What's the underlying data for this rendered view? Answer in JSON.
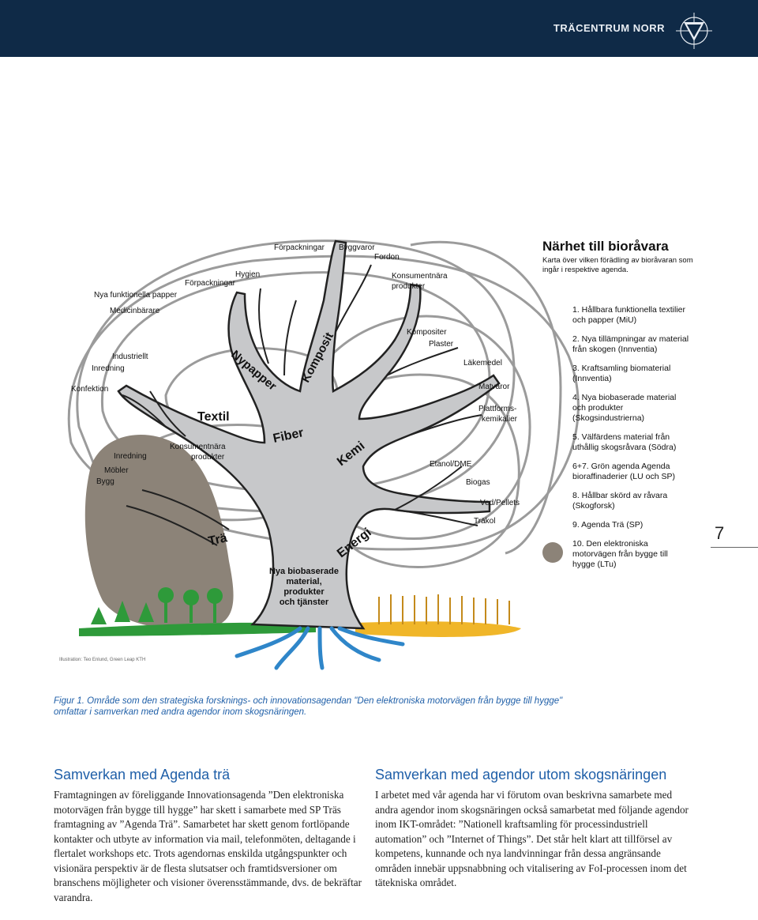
{
  "header": {
    "brand": "TRÄCENTRUM NORR",
    "logo_icon": "triangle-compass-icon",
    "bar_color": "#0f2a47"
  },
  "page_number": "7",
  "figure": {
    "legend_title": "Närhet till bioråvara",
    "legend_subtitle": "Karta över vilken förädling av bioråvaran som ingår i respektive agenda.",
    "legend_items": [
      "1. Hållbara funktionella textilier och papper (MiU)",
      "2. Nya tillämpningar av material från skogen (Innventia)",
      "3. Kraftsamling biomaterial (Innventia)",
      "4. Nya biobaserade material och produkter (Skogsindustrierna)",
      "5. Välfärdens material från uthållig skogsråvara (Södra)",
      "6+7. Grön agenda Agenda bioraffinaderier (LU och SP)",
      "8. Hållbar skörd av råvara (Skogforsk)",
      "9. Agenda Trä (SP)",
      "10. Den elektroniska motorvägen från bygge till hygge (LTu)"
    ],
    "branch_labels": {
      "textil": "Textil",
      "nypapper": "Nypapper",
      "komposit": "Komposit",
      "fiber": "Fiber",
      "kemi": "Kemi",
      "tra": "Trä",
      "energi": "Energi",
      "trunk_line1": "Nya biobaserade",
      "trunk_line2": "material,",
      "trunk_line3": "produkter",
      "trunk_line4": "och tjänster"
    },
    "product_labels": {
      "forpackningar_top": "Förpackningar",
      "byggvaror": "Byggvaror",
      "fordon": "Fordon",
      "konsumentnara_top1": "Konsumentnära",
      "konsumentnara_top2": "produkter",
      "hygien": "Hygien",
      "forpackningar": "Förpackningar",
      "nya_funktionella": "Nya funktionella papper",
      "medicinbarare": "Medicinbärare",
      "industriellt": "Industriellt",
      "inredning_top": "Inredning",
      "konfektion": "Konfektion",
      "kompositer": "Kompositer",
      "plaster": "Plaster",
      "lakemedel": "Läkemedel",
      "matvaror": "Matvaror",
      "plattforms1": "Plattforms-",
      "plattforms2": "kemikalier",
      "inredning": "Inredning",
      "mobler": "Möbler",
      "bygg": "Bygg",
      "konsumentnara1": "Konsumentnära",
      "konsumentnara2": "produkter",
      "etanol": "Etanol/DME",
      "biogas": "Biogas",
      "ved": "Ved/Pellets",
      "trakol": "Träkol"
    },
    "credit": "Illustration: Teo Enlund, Green Leap KTH",
    "colors": {
      "tree": "#c7c8ca",
      "tree_outline": "#222222",
      "tra_area": "#8c8378",
      "ring": "#9b9b9b",
      "roots": "#2f86c9",
      "grass_left": "#2e9a3a",
      "grass_right": "#f0b629"
    }
  },
  "caption": "Figur 1. Område som den strategiska forsknings- och innovationsagendan \"Den elektroniska motorvägen från bygge till hygge\" omfattar i samverkan med andra agendor inom skogsnäringen.",
  "section1": {
    "heading": "Samverkan med Agenda trä",
    "body": "Framtagningen av föreliggande Innovationsagenda ”Den elektroniska motorvägen från bygge till hygge” har skett i samarbete med SP Träs framtagning av ”Agenda Trä”. Samarbetet har skett genom fortlöpande kontakter och utbyte av information via mail, telefonmöten, deltagande i flertalet workshops etc. Trots agendornas enskilda utgångspunkter och visionära perspektiv är de flesta slutsatser och framtidsversioner om branschens möjligheter och visioner överensstämmande, dvs. de bekräftar varandra."
  },
  "section2": {
    "heading": "Samverkan med agendor utom skogsnäringen",
    "body": "I arbetet med vår agenda har vi förutom ovan beskrivna samarbete med andra agendor inom skogsnäringen också samarbetat med följande agendor inom IKT-området: ”Nationell kraftsamling för processindustriell automation” och ”Internet of Things”. Det står helt klart att tillförsel av kompetens, kunnande och nya landvinningar från dessa angränsande områden innebär uppsnabbning och vitalisering av FoI-processen inom det tätekniska området."
  }
}
